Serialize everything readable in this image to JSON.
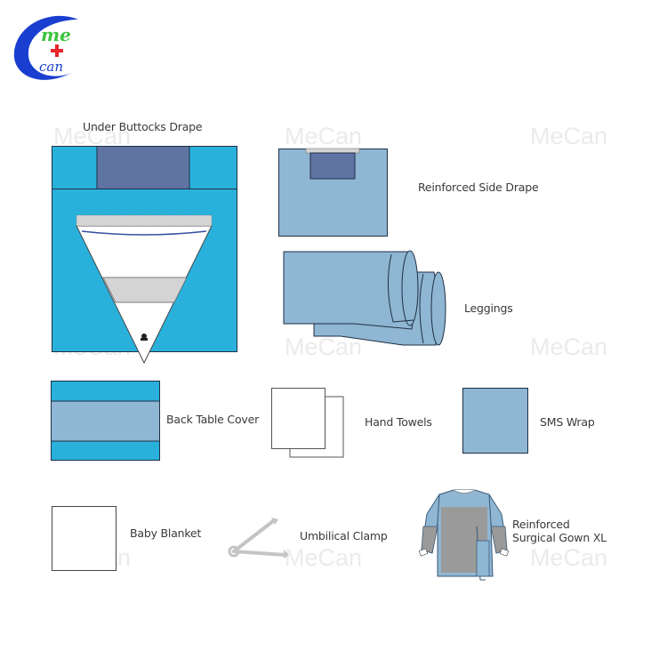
{
  "logo": {
    "text_top": "me",
    "text_bottom": "can",
    "colors": {
      "crescent": "#1a3fd0",
      "me": "#3cc43c",
      "cross": "#e8252a",
      "can": "#1a3fd0"
    }
  },
  "watermark": "MeCan",
  "colors": {
    "bright_blue": "#29b1dc",
    "dark_panel": "#5f74a3",
    "light_blue": "#8fb6d2",
    "outline": "#1f2f45",
    "gray_band": "#d4d4d4",
    "clamp_gray": "#c4c4c4"
  },
  "items": [
    {
      "id": "under-buttocks-drape",
      "label": "Under Buttocks Drape"
    },
    {
      "id": "reinforced-side-drape",
      "label": "Reinforced Side Drape"
    },
    {
      "id": "leggings",
      "label": "Leggings"
    },
    {
      "id": "back-table-cover",
      "label": "Back Table Cover"
    },
    {
      "id": "hand-towels",
      "label": "Hand Towels"
    },
    {
      "id": "sms-wrap",
      "label": "SMS Wrap"
    },
    {
      "id": "baby-blanket",
      "label": "Baby Blanket"
    },
    {
      "id": "umbilical-clamp",
      "label": "Umbilical Clamp"
    },
    {
      "id": "reinforced-surgical-gown-xl",
      "label_line1": "Reinforced",
      "label_line2": "Surgical Gown XL"
    }
  ]
}
